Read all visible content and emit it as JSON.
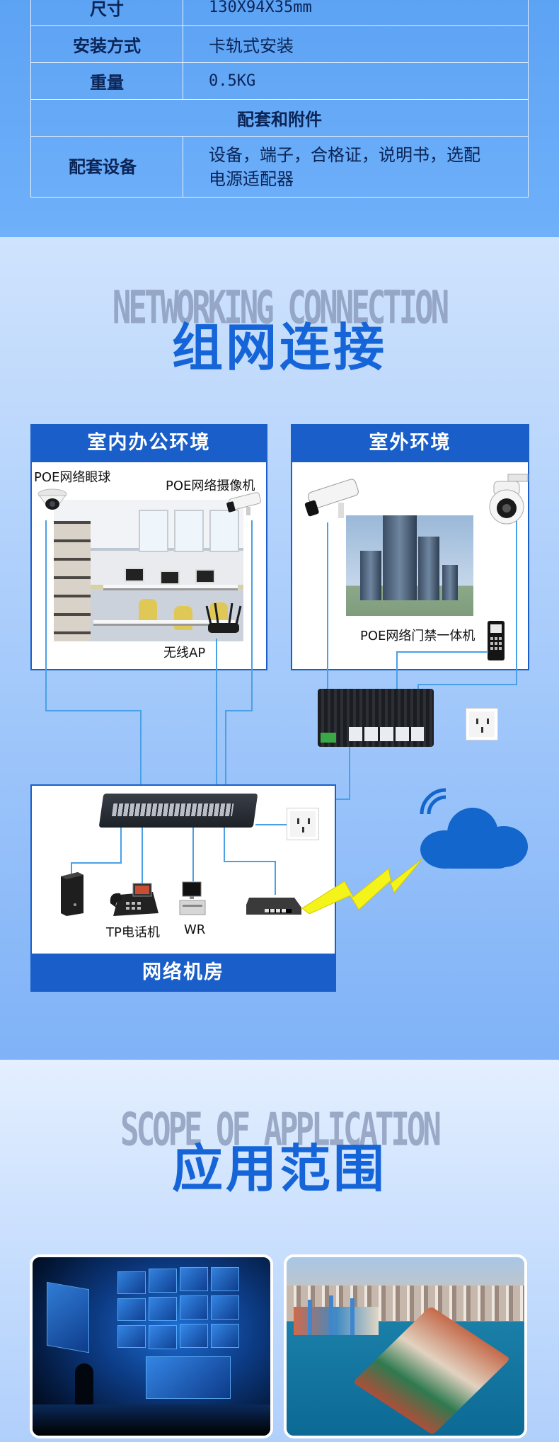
{
  "spec": {
    "rows": [
      {
        "key": "尺寸",
        "value": "130X94X35mm"
      },
      {
        "key": "安装方式",
        "value": "卡轨式安装"
      },
      {
        "key": "重量",
        "value": "0.5KG"
      }
    ],
    "group_title": "配套和附件",
    "accessories": {
      "key": "配套设备",
      "value_line1": "设备，端子，合格证，说明书，选配",
      "value_line2": "电源适配器"
    }
  },
  "networking": {
    "title_en": "NETWORKING CONNECTION",
    "title_zh": "组网连接",
    "indoor": {
      "heading": "室内办公环境",
      "dome_camera_label": "POE网络眼球",
      "bullet_camera_label": "POE网络摄像机",
      "ap_label": "无线AP"
    },
    "outdoor": {
      "heading": "室外环境",
      "access_control_label": "POE网络门禁一体机"
    },
    "server_room": {
      "heading": "网络机房",
      "phone_label": "TP电话机",
      "nvr_label": "WR"
    },
    "colors": {
      "panel_blue": "#1a5fc9",
      "title_blue": "#1565d8",
      "cable": "#4aa0e6"
    }
  },
  "application": {
    "title_en": "SCOPE OF APPLICATION",
    "title_zh": "应用范围"
  }
}
